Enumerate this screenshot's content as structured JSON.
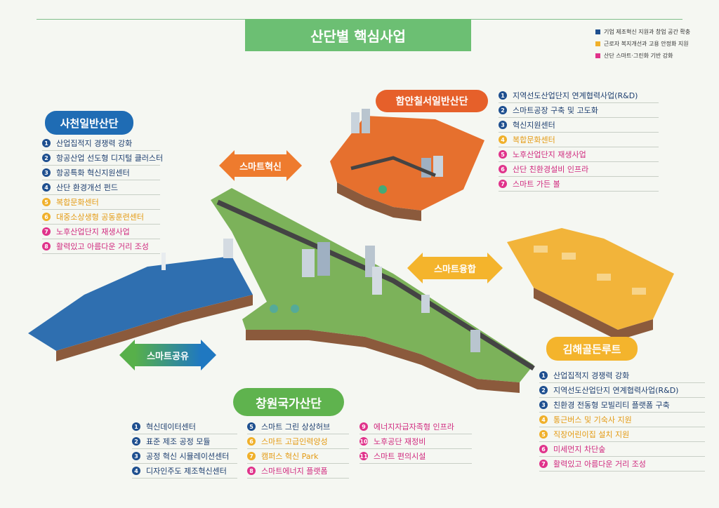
{
  "title": "산단별 핵심사업",
  "legend": [
    {
      "label": "기업 제조혁신 지원과 창업 공간 확충",
      "color": "#1e4f8f"
    },
    {
      "label": "근로자 복지개선과 고용 안정화 지원",
      "color": "#f0b02a"
    },
    {
      "label": "산단 스마트·그린화 기반 강화",
      "color": "#e0338b"
    }
  ],
  "sacheon": {
    "name": "사천일반산단",
    "items": [
      {
        "n": "1",
        "text": "산업집적지 경쟁력 강화",
        "c": "b"
      },
      {
        "n": "2",
        "text": "항공산업 선도형 디지털 클러스터",
        "c": "b"
      },
      {
        "n": "3",
        "text": "항공특화 혁신지원센터",
        "c": "b"
      },
      {
        "n": "4",
        "text": "산단 환경개선 펀드",
        "c": "b"
      },
      {
        "n": "5",
        "text": "복합문화센터",
        "c": "y"
      },
      {
        "n": "6",
        "text": "대중소상생형 공동훈련센터",
        "c": "y"
      },
      {
        "n": "7",
        "text": "노후산업단지 재생사업",
        "c": "p"
      },
      {
        "n": "8",
        "text": "활력있고 아름다운 거리 조성",
        "c": "p"
      }
    ]
  },
  "haman": {
    "name": "함안칠서일반산단",
    "items": [
      {
        "n": "1",
        "text": "지역선도산업단지 연계협력사업(R&D)",
        "c": "b"
      },
      {
        "n": "2",
        "text": "스마트공장 구축 및 고도화",
        "c": "b"
      },
      {
        "n": "3",
        "text": "혁신지원센터",
        "c": "b"
      },
      {
        "n": "4",
        "text": "복합문화센터",
        "c": "y"
      },
      {
        "n": "5",
        "text": "노후산업단지 재생사업",
        "c": "p"
      },
      {
        "n": "6",
        "text": "산단 친환경설비 인프라",
        "c": "p"
      },
      {
        "n": "7",
        "text": "스마트 가든 볼",
        "c": "p"
      }
    ]
  },
  "gimhae": {
    "name": "김해골든루트",
    "items": [
      {
        "n": "1",
        "text": "산업집적지 경쟁력 강화",
        "c": "b"
      },
      {
        "n": "2",
        "text": "지역선도산업단지 연계협력사업(R&D)",
        "c": "b"
      },
      {
        "n": "3",
        "text": "친환경 전동형 모빌리티 플랫폼 구축",
        "c": "b"
      },
      {
        "n": "4",
        "text": "통근버스 및 기숙사 지원",
        "c": "y"
      },
      {
        "n": "5",
        "text": "직장어린이집 설치 지원",
        "c": "y"
      },
      {
        "n": "6",
        "text": "미세먼지 차단숲",
        "c": "p"
      },
      {
        "n": "7",
        "text": "활력있고 아름다운 거리 조성",
        "c": "p"
      }
    ]
  },
  "changwon": {
    "name": "창원국가산단",
    "col1": [
      {
        "n": "1",
        "text": "혁신데이터센터",
        "c": "b"
      },
      {
        "n": "2",
        "text": "표준 제조 공정 모듈",
        "c": "b"
      },
      {
        "n": "3",
        "text": "공정 혁신 시뮬레이션센터",
        "c": "b"
      },
      {
        "n": "4",
        "text": "디자인주도 제조혁신센터",
        "c": "b"
      }
    ],
    "col2": [
      {
        "n": "5",
        "text": "스마트 그린 상상허브",
        "c": "b"
      },
      {
        "n": "6",
        "text": "스마트 고급인력양성",
        "c": "y"
      },
      {
        "n": "7",
        "text": "캠퍼스 혁신 Park",
        "c": "y"
      },
      {
        "n": "8",
        "text": "스마트에너지 플랫폼",
        "c": "p"
      }
    ],
    "col3": [
      {
        "n": "9",
        "text": "에너지자급자족형 인프라",
        "c": "p"
      },
      {
        "n": "10",
        "text": "노후공단 재정비",
        "c": "p"
      },
      {
        "n": "11",
        "text": "스마트 편의시설",
        "c": "p"
      }
    ]
  },
  "arrows": {
    "innovation": "스마트혁신",
    "convergence": "스마트융합",
    "sharing": "스마트공유"
  },
  "colors": {
    "green": "#6cbf73",
    "navy": "#1e4f8f",
    "orange": "#f0b02a",
    "magenta": "#d63384",
    "tealmap": "#2f6fb0",
    "orangemap": "#e6702e",
    "yellowmap": "#f2b43a"
  }
}
